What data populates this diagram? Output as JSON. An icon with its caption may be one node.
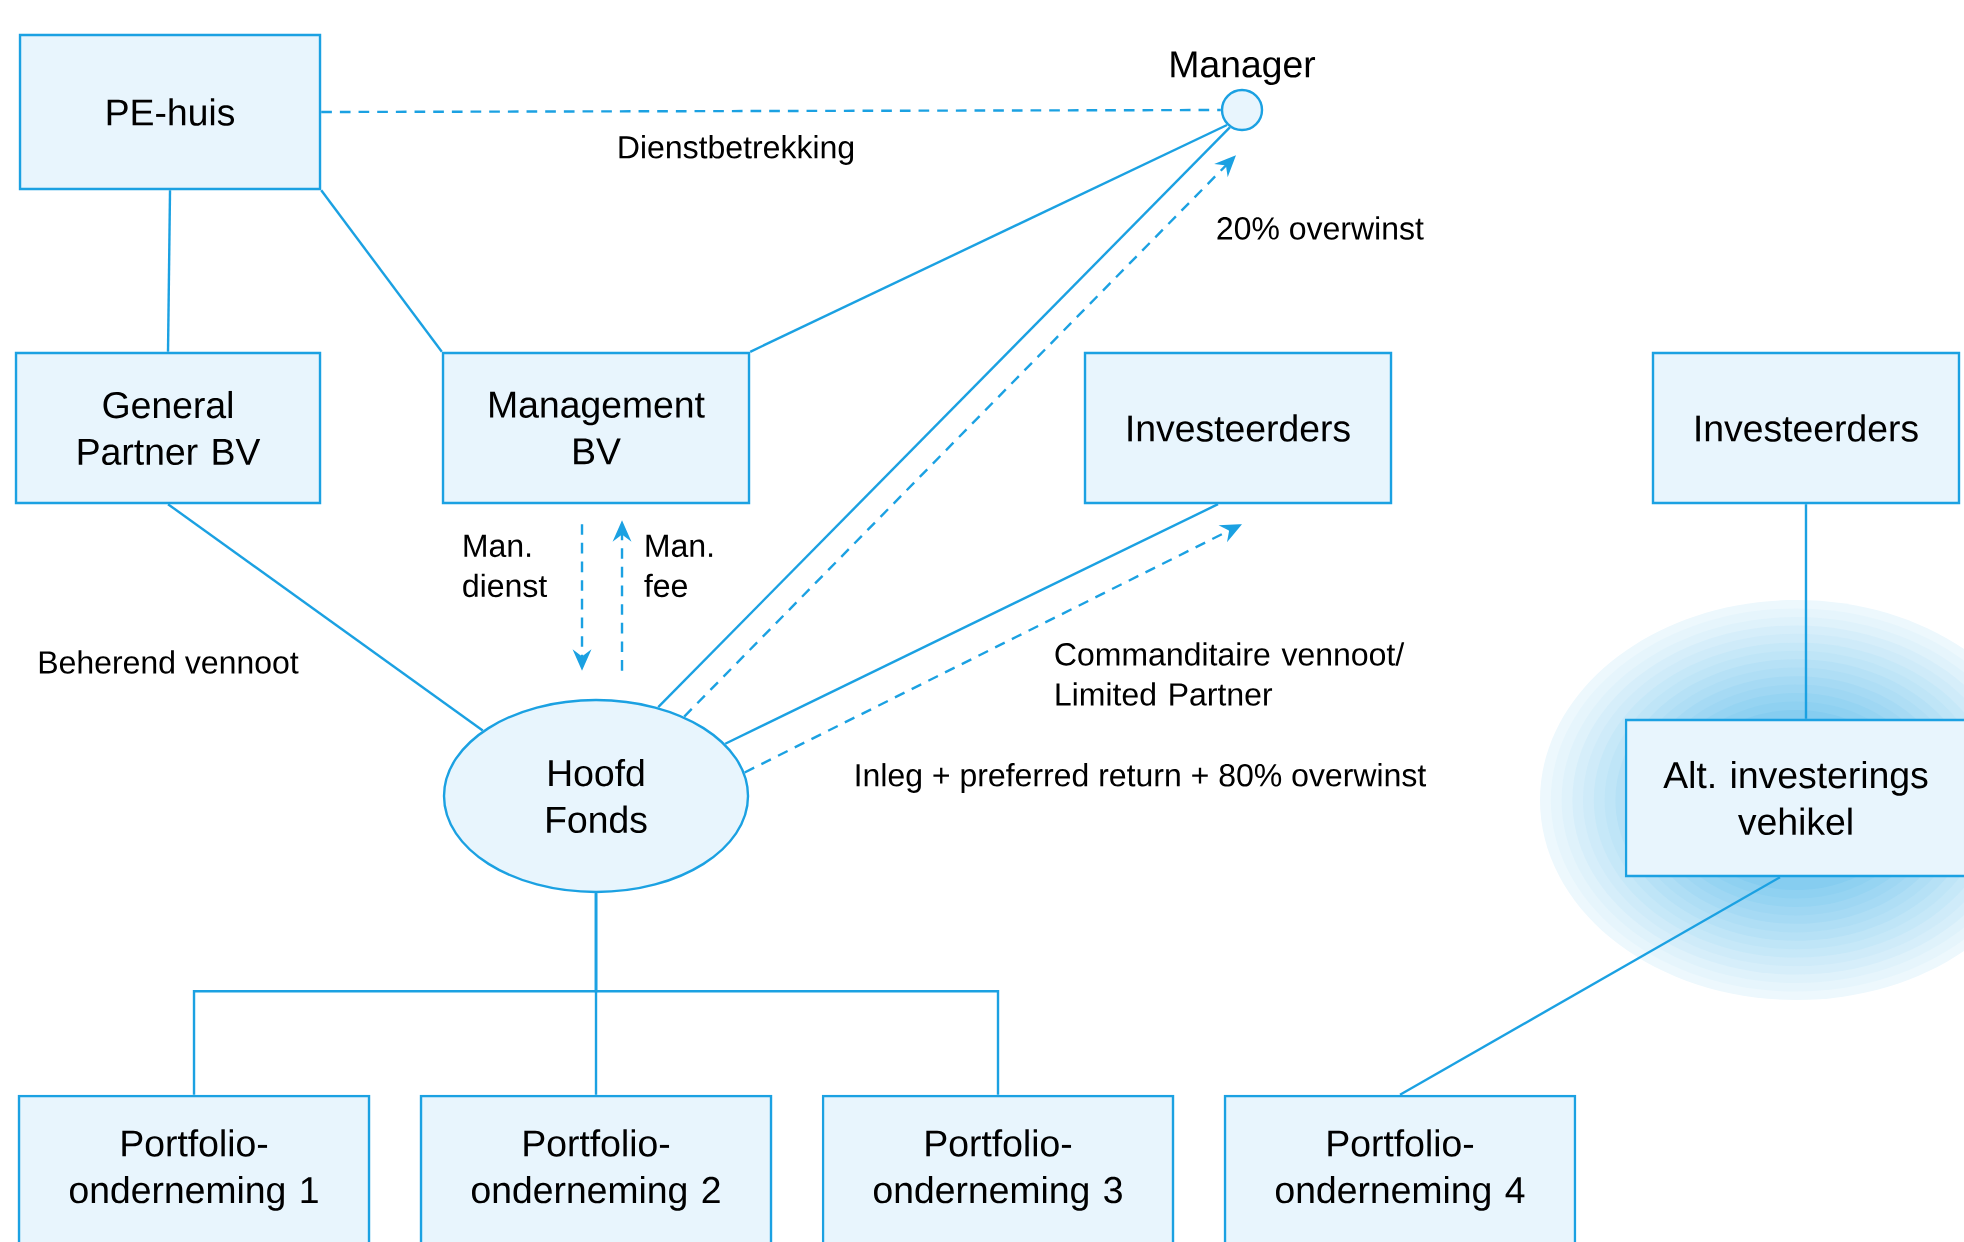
{
  "diagram": {
    "nodes": [
      {
        "text": [
          "PE-huis"
        ]
      },
      {
        "text": [
          "Manager"
        ]
      },
      {
        "text": [
          "General Partner BV"
        ]
      },
      {
        "text": [
          "Management BV"
        ]
      },
      {
        "text": [
          "Investeerders"
        ]
      },
      {
        "text": [
          "Investeerders"
        ]
      },
      {
        "text": [
          "Hoofd Fonds"
        ]
      },
      {
        "text": [
          "Alt. investerings vehikel"
        ]
      },
      {
        "text": [
          "Portfolio-onderneming 1"
        ]
      },
      {
        "text": [
          "Portfolio-onderneming 2"
        ]
      },
      {
        "text": [
          "Portfolio-onderneming 3"
        ]
      },
      {
        "text": [
          "Portfolio-onderneming 4"
        ]
      }
    ],
    "edges": [
      {
        "from": 0,
        "to": 1,
        "arrow": "none",
        "style": "dashed",
        "label": "Dienstbetrekking"
      },
      {
        "from": 0,
        "to": 2,
        "arrow": "none"
      },
      {
        "from": 0,
        "to": 3,
        "arrow": "none"
      },
      {
        "from": 3,
        "to": 1,
        "arrow": "none"
      },
      {
        "from": 6,
        "to": 1,
        "arrow": "none"
      },
      {
        "from": 6,
        "to": 1,
        "arrow": "to",
        "style": "dashed",
        "label": "20% overwinst"
      },
      {
        "from": 3,
        "to": 6,
        "arrow": "to",
        "style": "dashed",
        "label": "Man. dienst"
      },
      {
        "from": 6,
        "to": 3,
        "arrow": "to",
        "style": "dashed",
        "label": "Man. fee"
      },
      {
        "from": 2,
        "to": 6,
        "arrow": "none",
        "label": "Beherend vennoot"
      },
      {
        "from": 4,
        "to": 6,
        "arrow": "none",
        "label": "Commanditaire vennoot/ Limited Partner"
      },
      {
        "from": 6,
        "to": 4,
        "arrow": "to",
        "style": "dashed",
        "label": "Inleg + preferred return + 80% overwinst"
      },
      {
        "from": 5,
        "to": 7,
        "arrow": "none"
      },
      {
        "from": 6,
        "to": 8,
        "arrow": "none"
      },
      {
        "from": 6,
        "to": 9,
        "arrow": "none"
      },
      {
        "from": 6,
        "to": 10,
        "arrow": "none"
      },
      {
        "from": 7,
        "to": 11,
        "arrow": "none"
      }
    ]
  }
}
